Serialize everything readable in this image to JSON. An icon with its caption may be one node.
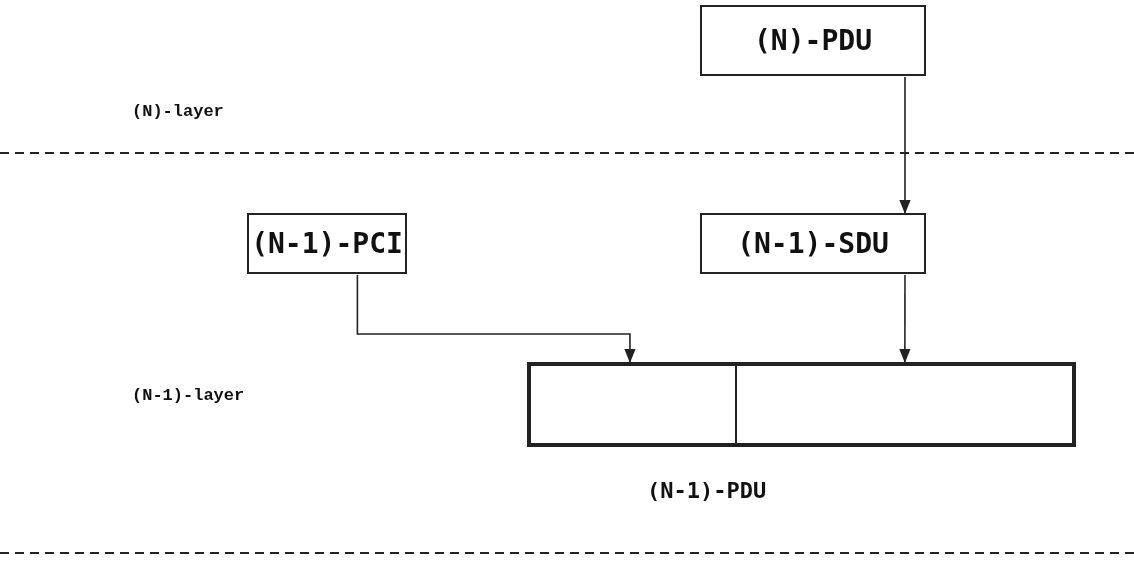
{
  "diagram": {
    "nodes": [
      {
        "text": [
          "(N)-PDU"
        ]
      },
      {
        "text": [
          "(N-1)-PCI"
        ]
      },
      {
        "text": [
          "(N-1)-SDU"
        ]
      },
      {
        "text": [],
        "shape": "box",
        "beside": [
          "(N-1)-PDU"
        ]
      },
      {
        "text": [],
        "shape": "box",
        "in": 3
      },
      {
        "text": [],
        "shape": "box",
        "in": 3
      }
    ],
    "edges": [
      {
        "from": 0,
        "to": 2,
        "arrow": "to"
      },
      {
        "from": 1,
        "to": 4,
        "arrow": "to"
      },
      {
        "from": 2,
        "to": 5,
        "arrow": "to"
      }
    ],
    "labels": [
      "(N)-layer",
      "(N-1)-layer"
    ]
  }
}
